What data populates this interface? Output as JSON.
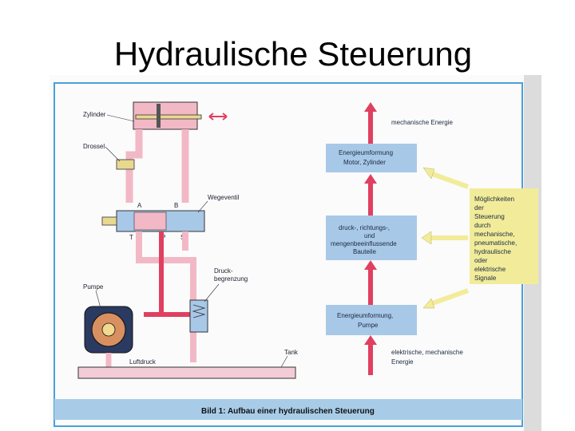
{
  "slide": {
    "title": "Hydraulische Steuerung"
  },
  "diagram": {
    "labels": {
      "zylinder": "Zylinder",
      "drossel": "Drossel",
      "wegeventil": "Wegeventil",
      "pumpe": "Pumpe",
      "druckbegrenzung_1": "Druck-",
      "druckbegrenzung_2": "begrenzung",
      "luftdruck": "Luftdruck",
      "tank": "Tank",
      "port_a": "A",
      "port_b": "B",
      "port_t": "T",
      "port_p": "P",
      "port_s": "S"
    },
    "flow": {
      "output_1": "mechanische Energie",
      "box_top_1": "Energieumformung",
      "box_top_2": "Motor, Zylinder",
      "box_mid_1": "druck-, richtungs-,",
      "box_mid_2": "und",
      "box_mid_3": "mengenbeeinflussende",
      "box_mid_4": "Bauteile",
      "box_bot_1": "Energieumformung,",
      "box_bot_2": "Pumpe",
      "input_1": "elektrische, mechanische",
      "input_2": "Energie"
    },
    "side": {
      "lines": [
        "Möglichkeiten",
        "der",
        "Steuerung",
        "durch",
        "mechanische,",
        "pneumatische,",
        "hydraulische",
        "oder",
        "elektrische",
        "Signale"
      ]
    },
    "caption": "Bild 1: Aufbau einer hydraulischen Steuerung",
    "colors": {
      "pressure": "#e04060",
      "return": "#f0a8b8",
      "box": "#a8c8e8",
      "side_box": "#f2ec9a",
      "frame": "#4aa0d8"
    }
  }
}
